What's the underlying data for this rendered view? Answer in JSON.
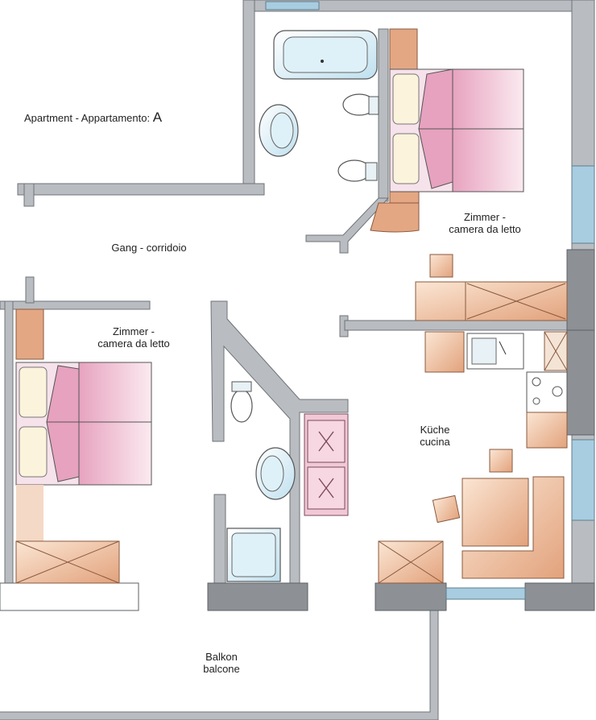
{
  "apartment": {
    "title": "Apartment - Appartamento:",
    "letter": "A"
  },
  "rooms": {
    "corridor": "Gang - corridoio",
    "bedroom_right": {
      "line1": "Zimmer -",
      "line2": "camera da letto"
    },
    "bedroom_left": {
      "line1": "Zimmer -",
      "line2": "camera da letto"
    },
    "kitchen": {
      "line1": "Küche",
      "line2": "cucina"
    },
    "balcony": {
      "line1": "Balkon",
      "line2": "balcone"
    }
  },
  "colors": {
    "wall": "#b5b9bd",
    "wall_dark": "#8f9397",
    "furniture": "#e8b08e",
    "furniture_light": "#f7e6d6",
    "bed": "#f4dce4",
    "pillow": "#fbf3dc",
    "fixture": "#dbeef7",
    "window": "#a9cde0"
  }
}
